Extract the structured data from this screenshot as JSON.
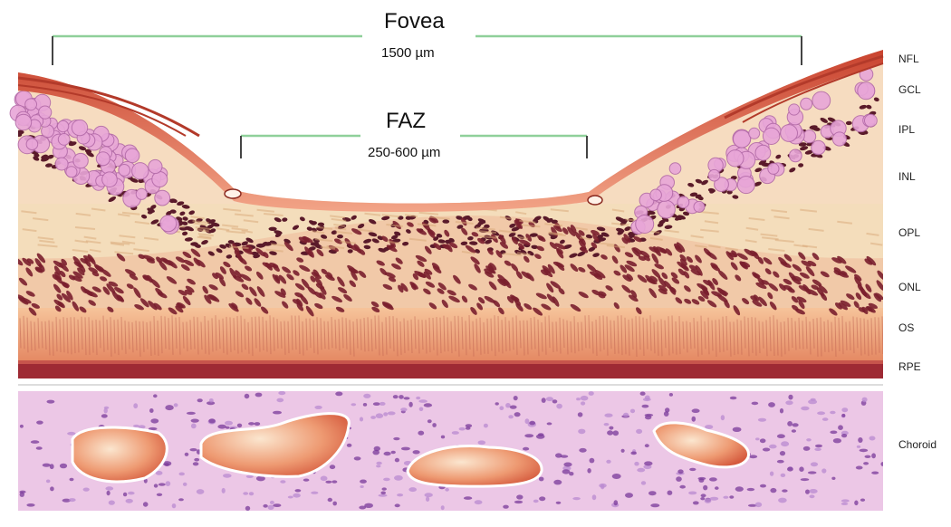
{
  "annotations": {
    "fovea": {
      "label": "Fovea",
      "size": "1500 µm",
      "line_color": "#8fd09a"
    },
    "faz": {
      "label": "FAZ",
      "size": "250-600 µm",
      "line_color": "#8fd09a"
    }
  },
  "layers": [
    {
      "id": "nfl",
      "label": "NFL"
    },
    {
      "id": "gcl",
      "label": "GCL"
    },
    {
      "id": "ipl",
      "label": "IPL"
    },
    {
      "id": "inl",
      "label": "INL"
    },
    {
      "id": "opl",
      "label": "OPL"
    },
    {
      "id": "onl",
      "label": "ONL"
    },
    {
      "id": "os",
      "label": "OS"
    },
    {
      "id": "rpe",
      "label": "RPE"
    },
    {
      "id": "choroid",
      "label": "Choroid"
    }
  ],
  "colors": {
    "nfl": "#d9604a",
    "gcl": "#e8a6d8",
    "inl": "#5a1a2a",
    "opl": "#f3d9b4",
    "onl": "#7a1f2e",
    "os": "#e8a07a",
    "rpe": "#8a1a2a",
    "choroid": "#e6b8e0",
    "vessel": "#e07050"
  }
}
